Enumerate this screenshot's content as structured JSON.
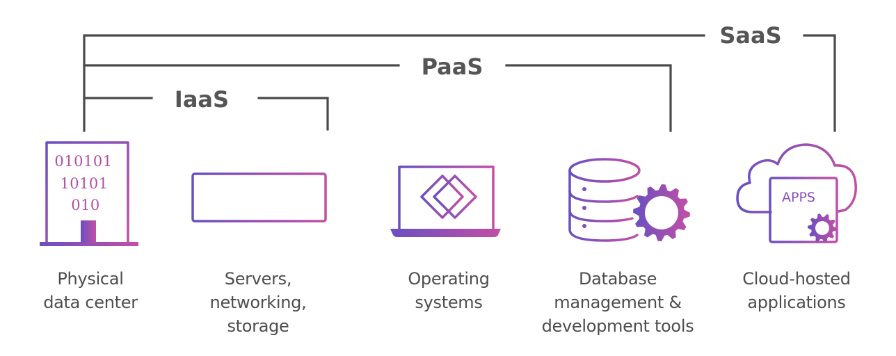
{
  "title": "Cloud service models: IaaS, PaaS, SaaS",
  "colors": {
    "bracket": "#4a4a4a",
    "label_text": "#555555",
    "caption_text": "#4d4d4d",
    "gradient_start": "#6a4fc1",
    "gradient_end": "#c24fa6"
  },
  "tiers": [
    {
      "id": "iaas",
      "label": "IaaS",
      "covers": [
        "physical-data-center",
        "servers-networking-storage"
      ]
    },
    {
      "id": "paas",
      "label": "PaaS",
      "covers": [
        "physical-data-center",
        "servers-networking-storage",
        "operating-systems",
        "database-management-development-tools"
      ]
    },
    {
      "id": "saas",
      "label": "SaaS",
      "covers": [
        "physical-data-center",
        "servers-networking-storage",
        "operating-systems",
        "database-management-development-tools",
        "cloud-hosted-applications"
      ]
    }
  ],
  "components": [
    {
      "id": "physical-data-center",
      "icon": "building-binary-icon",
      "icon_text": [
        "010101",
        "10101",
        "010"
      ],
      "caption": "Physical\ndata center"
    },
    {
      "id": "servers-networking-storage",
      "icon": "server-rack-icon",
      "caption": "Servers,\nnetworking,\nstorage"
    },
    {
      "id": "operating-systems",
      "icon": "laptop-os-icon",
      "caption": "Operating\nsystems"
    },
    {
      "id": "database-management-development-tools",
      "icon": "database-gear-icon",
      "caption": "Database\nmanagement &\ndevelopment tools"
    },
    {
      "id": "cloud-hosted-applications",
      "icon": "cloud-apps-icon",
      "icon_text": "APPS",
      "caption": "Cloud-hosted\napplications"
    }
  ]
}
